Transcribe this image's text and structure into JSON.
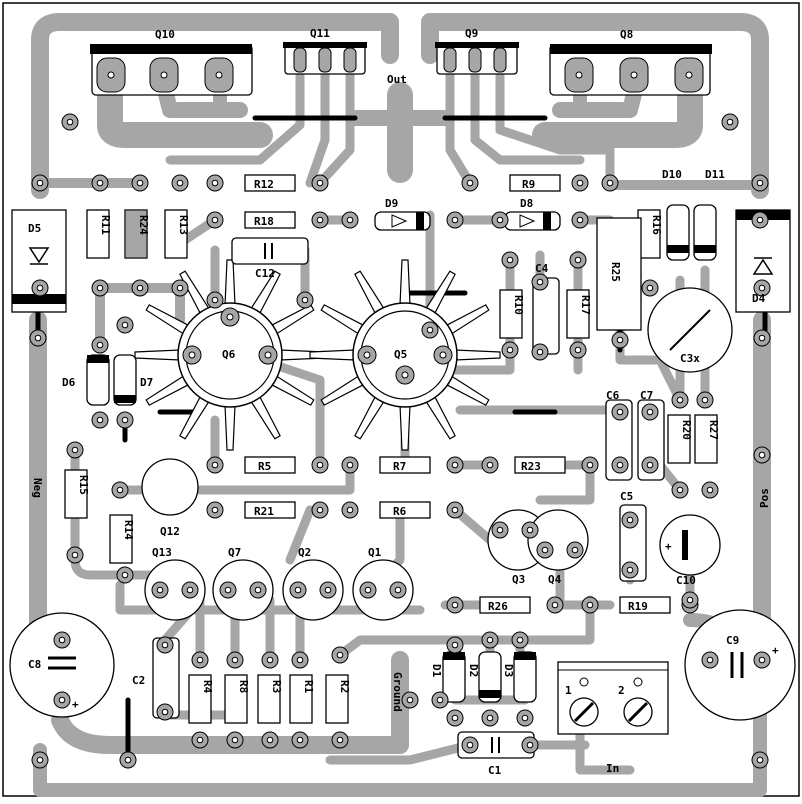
{
  "board": {
    "colors": {
      "copper": "#a6a6a6",
      "outline": "#000000",
      "background": "#ffffff"
    },
    "transistor_labels": {
      "q10": "Q10",
      "q11": "Q11",
      "q9": "Q9",
      "q8": "Q8",
      "q6": "Q6",
      "q5": "Q5",
      "q12": "Q12",
      "q13": "Q13",
      "q7": "Q7",
      "q2": "Q2",
      "q1": "Q1",
      "q3": "Q3",
      "q4": "Q4"
    },
    "resistor_labels": {
      "r12": "R12",
      "r18": "R18",
      "r9": "R9",
      "r11": "R11",
      "r24": "R24",
      "r13": "R13",
      "r16": "R16",
      "r25": "R25",
      "r10": "R10",
      "r17": "R17",
      "r20": "R20",
      "r27": "R27",
      "r5": "R5",
      "r7": "R7",
      "r23": "R23",
      "r21": "R21",
      "r6": "R6",
      "r15": "R15",
      "r14": "R14",
      "r26": "R26",
      "r19": "R19",
      "r4": "R4",
      "r8": "R8",
      "r3": "R3",
      "r1": "R1",
      "r2": "R2"
    },
    "capacitor_labels": {
      "c12": "C12",
      "c4": "C4",
      "c3": "C3x",
      "c6": "C6",
      "c7": "C7",
      "c5": "C5",
      "c10": "C10",
      "c8": "C8",
      "c9": "C9",
      "c2": "C2",
      "c1": "C1"
    },
    "diode_labels": {
      "d5": "D5",
      "d4": "D4",
      "d9": "D9",
      "d8": "D8",
      "d10": "D10",
      "d11": "D11",
      "d6": "D6",
      "d7": "D7",
      "d1": "D1",
      "d2": "D2",
      "d3": "D3"
    },
    "net_labels": {
      "out": "Out",
      "neg": "Neg",
      "pos": "Pos",
      "ground": "Ground",
      "in": "In",
      "plus_c8": "+",
      "plus_c10": "+",
      "plus_c9": "+",
      "terminal_1": "1",
      "terminal_2": "2"
    }
  }
}
